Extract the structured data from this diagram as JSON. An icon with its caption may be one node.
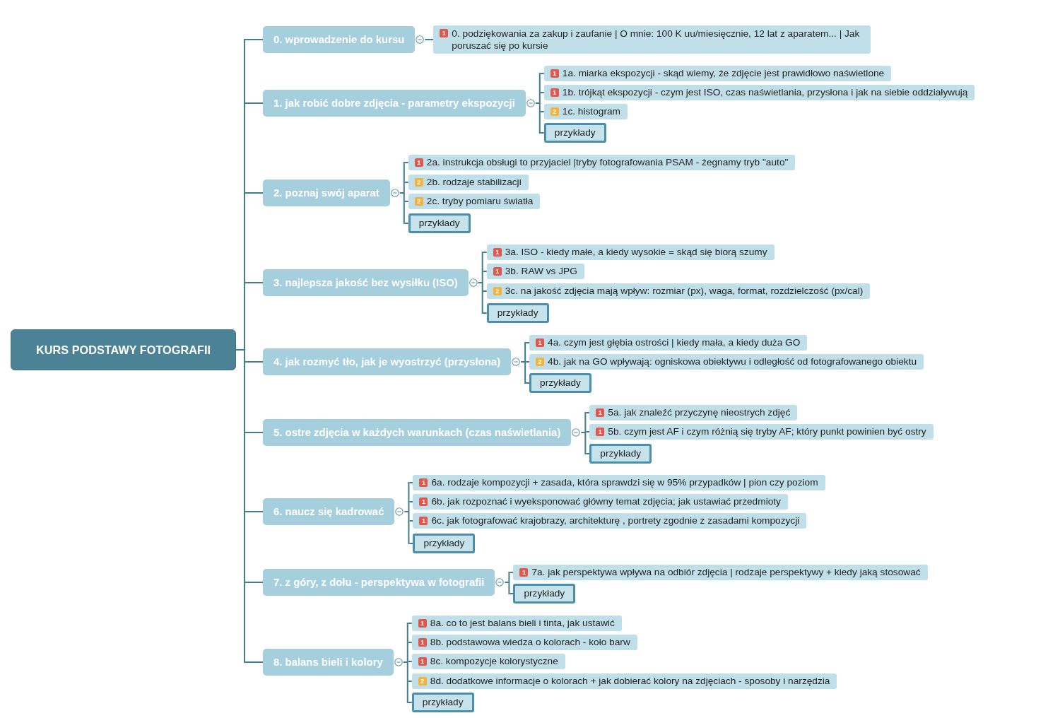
{
  "diagram": {
    "nodes": [
      {
        "text": [
          "KURS PODSTAWY FOTOGRAFII"
        ]
      },
      {
        "text": [
          "0. wprowadzenie do kursu"
        ]
      },
      {
        "text": [
          "1",
          "0. podziękowania za zakup i zaufanie | O mnie: 100 K uu/miesięcznie, 12 lat z aparatem... | Jak poruszać się po kursie"
        ]
      },
      {
        "text": [
          "1. jak robić dobre zdjęcia - parametry ekspozycji"
        ]
      },
      {
        "text": [
          "1",
          "1a. miarka ekspozycji - skąd wiemy, że zdjęcie jest prawidłowo naświetlone"
        ]
      },
      {
        "text": [
          "1",
          "1b. trójkąt ekspozycji - czym jest ISO, czas naświetlania, przysłona i jak na siebie oddziaływują"
        ]
      },
      {
        "text": [
          "2",
          "1c. histogram"
        ]
      },
      {
        "text": [
          "przykłady"
        ]
      },
      {
        "text": [
          "2. poznaj swój aparat"
        ]
      },
      {
        "text": [
          "1",
          "2a. instrukcja obsługi to przyjaciel |tryby fotografowania PSAM - żegnamy tryb \"auto\""
        ]
      },
      {
        "text": [
          "2",
          "2b. rodzaje stabilizacji"
        ]
      },
      {
        "text": [
          "2",
          "2c. tryby pomiaru światła"
        ]
      },
      {
        "text": [
          "przykłady"
        ]
      },
      {
        "text": [
          "3. najlepsza jakość bez wysiłku (ISO)"
        ]
      },
      {
        "text": [
          "1",
          "3a. ISO - kiedy małe, a kiedy wysokie = skąd się biorą szumy"
        ]
      },
      {
        "text": [
          "1",
          "3b. RAW vs JPG"
        ]
      },
      {
        "text": [
          "2",
          "3c. na jakość zdjęcia mają wpływ: rozmiar (px), waga, format, rozdzielczość (px/cal)"
        ]
      },
      {
        "text": [
          "przykłady"
        ]
      },
      {
        "text": [
          "4. jak rozmyć tło, jak je wyostrzyć (przysłona)"
        ]
      },
      {
        "text": [
          "1",
          "4a. czym jest głębia ostrości | kiedy mała, a kiedy duża GO"
        ]
      },
      {
        "text": [
          "2",
          "4b. jak na GO wpływają: ogniskowa obiektywu i odległość od fotografowanego obiektu"
        ]
      },
      {
        "text": [
          "przykłady"
        ]
      },
      {
        "text": [
          "5. ostre zdjęcia w każdych warunkach (czas naświetlania)"
        ]
      },
      {
        "text": [
          "1",
          "5a. jak znaleźć przyczynę nieostrych zdjęć"
        ]
      },
      {
        "text": [
          "1",
          "5b. czym jest AF i czym różnią się tryby AF; który punkt powinien być ostry"
        ]
      },
      {
        "text": [
          "przykłady"
        ]
      },
      {
        "text": [
          "6. naucz się kadrować"
        ]
      },
      {
        "text": [
          "1",
          "6a. rodzaje kompozycji + zasada, która sprawdzi się w 95% przypadków | pion czy poziom"
        ]
      },
      {
        "text": [
          "1",
          "6b. jak rozpoznać i wyeksponować główny temat zdjęcia; jak ustawiać przedmioty"
        ]
      },
      {
        "text": [
          "1",
          "6c. jak fotografować krajobrazy, architekturę , portrety zgodnie z zasadami kompozycji"
        ]
      },
      {
        "text": [
          "przykłady"
        ]
      },
      {
        "text": [
          "7. z góry, z dołu - perspektywa w fotografii"
        ]
      },
      {
        "text": [
          "1",
          "7a. jak perspektywa wpływa na odbiór zdjęcia | rodzaje perspektywy + kiedy jaką stosować"
        ]
      },
      {
        "text": [
          "przykłady"
        ]
      },
      {
        "text": [
          "8. balans bieli i kolory"
        ]
      },
      {
        "text": [
          "1",
          "8a. co to jest balans bieli i tinta, jak ustawić"
        ]
      },
      {
        "text": [
          "1",
          "8b. podstawowa wiedza o kolorach - koło barw"
        ]
      },
      {
        "text": [
          "1",
          "8c. kompozycje kolorystyczne"
        ]
      },
      {
        "text": [
          "2",
          "8d. dodatkowe informacje o kolorach + jak dobierać kolory na zdjęciach - sposoby i narzędzia"
        ]
      },
      {
        "text": [
          "przykłady"
        ]
      }
    ],
    "edges": [
      {
        "from": 0,
        "to": 1,
        "arrow": "none"
      },
      {
        "from": 0,
        "to": 3,
        "arrow": "none"
      },
      {
        "from": 0,
        "to": 8,
        "arrow": "none"
      },
      {
        "from": 0,
        "to": 13,
        "arrow": "none"
      },
      {
        "from": 0,
        "to": 18,
        "arrow": "none"
      },
      {
        "from": 0,
        "to": 22,
        "arrow": "none"
      },
      {
        "from": 0,
        "to": 26,
        "arrow": "none"
      },
      {
        "from": 0,
        "to": 31,
        "arrow": "none"
      },
      {
        "from": 0,
        "to": 34,
        "arrow": "none"
      },
      {
        "from": 1,
        "to": 2,
        "arrow": "none"
      },
      {
        "from": 3,
        "to": 4,
        "arrow": "none"
      },
      {
        "from": 3,
        "to": 5,
        "arrow": "none"
      },
      {
        "from": 3,
        "to": 6,
        "arrow": "none"
      },
      {
        "from": 3,
        "to": 7,
        "arrow": "none"
      },
      {
        "from": 8,
        "to": 9,
        "arrow": "none"
      },
      {
        "from": 8,
        "to": 10,
        "arrow": "none"
      },
      {
        "from": 8,
        "to": 11,
        "arrow": "none"
      },
      {
        "from": 8,
        "to": 12,
        "arrow": "none"
      },
      {
        "from": 13,
        "to": 14,
        "arrow": "none"
      },
      {
        "from": 13,
        "to": 15,
        "arrow": "none"
      },
      {
        "from": 13,
        "to": 16,
        "arrow": "none"
      },
      {
        "from": 13,
        "to": 17,
        "arrow": "none"
      },
      {
        "from": 18,
        "to": 19,
        "arrow": "none"
      },
      {
        "from": 18,
        "to": 20,
        "arrow": "none"
      },
      {
        "from": 18,
        "to": 21,
        "arrow": "none"
      },
      {
        "from": 22,
        "to": 23,
        "arrow": "none"
      },
      {
        "from": 22,
        "to": 24,
        "arrow": "none"
      },
      {
        "from": 22,
        "to": 25,
        "arrow": "none"
      },
      {
        "from": 26,
        "to": 27,
        "arrow": "none"
      },
      {
        "from": 26,
        "to": 28,
        "arrow": "none"
      },
      {
        "from": 26,
        "to": 29,
        "arrow": "none"
      },
      {
        "from": 26,
        "to": 30,
        "arrow": "none"
      },
      {
        "from": 31,
        "to": 32,
        "arrow": "none"
      },
      {
        "from": 31,
        "to": 33,
        "arrow": "none"
      },
      {
        "from": 34,
        "to": 35,
        "arrow": "none"
      },
      {
        "from": 34,
        "to": 36,
        "arrow": "none"
      },
      {
        "from": 34,
        "to": 37,
        "arrow": "none"
      },
      {
        "from": 34,
        "to": 38,
        "arrow": "none"
      },
      {
        "from": 34,
        "to": 39,
        "arrow": "none"
      }
    ]
  }
}
